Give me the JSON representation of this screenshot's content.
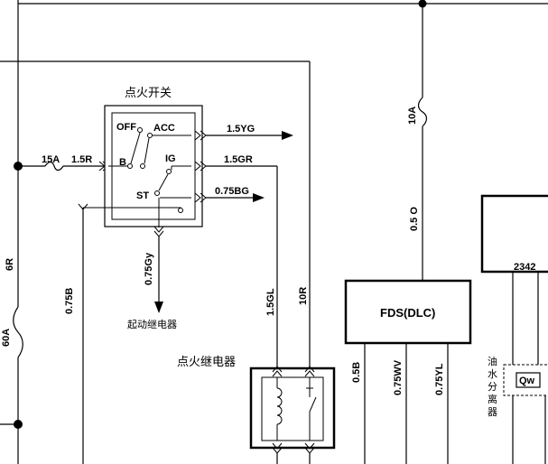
{
  "ignition_switch": {
    "title": "点火开关",
    "off": "OFF",
    "acc": "ACC",
    "b": "B",
    "ig": "IG",
    "st": "ST"
  },
  "wires": {
    "w_15yg": "1.5YG",
    "w_15gr": "1.5GR",
    "w_075bg": "0.75BG",
    "w_15r": "1.5R",
    "fuse_15a": "15A",
    "w_6r": "6R",
    "fuse_60a": "60A",
    "w_075b_left": "0.75B",
    "w_075gy": "0.75Gy",
    "w_15gl": "1.5GL",
    "w_10r": "10R",
    "fuse_10a": "10A",
    "w_05o": "0.5 O",
    "w_05b": "0.5B",
    "w_075wv": "0.75WV",
    "w_075yl": "0.75YL",
    "conn_2342": "2342"
  },
  "labels": {
    "starter_relay": "起动继电器",
    "ignition_relay": "点火继电器",
    "fds": "FDS(DLC)",
    "oil_water_separator": "油水分离器",
    "qw": "Qw"
  }
}
